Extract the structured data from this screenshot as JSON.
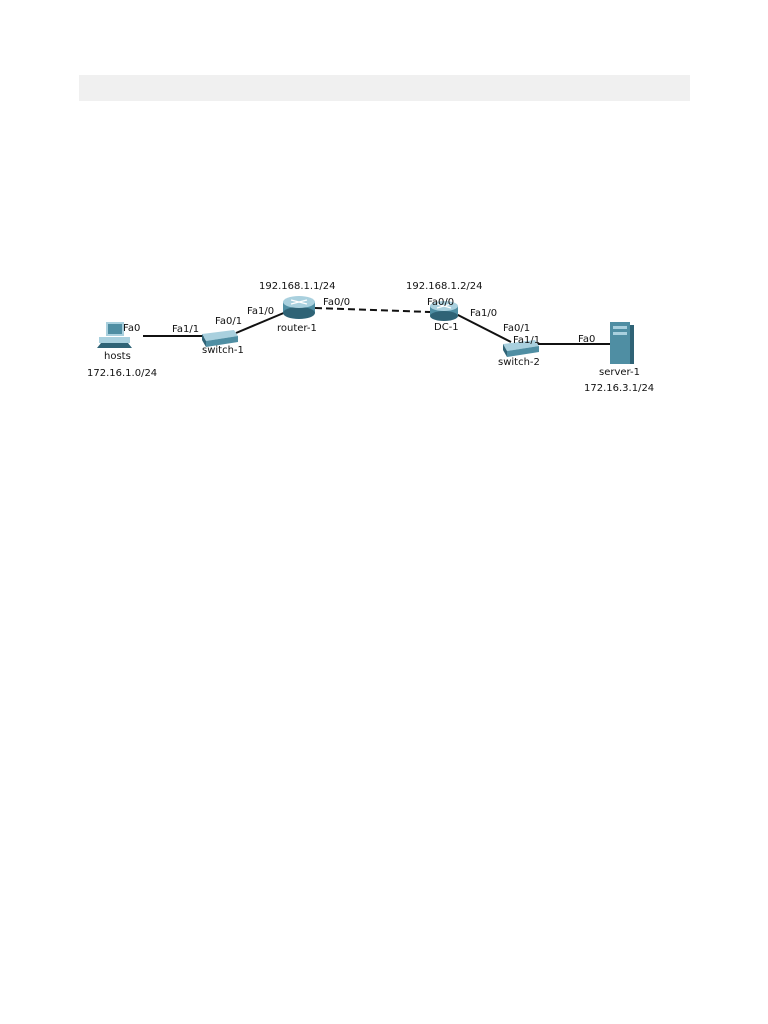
{
  "header": {
    "text": ""
  },
  "diagram": {
    "colors": {
      "link": "#111111",
      "device_body": "#4f8ea3",
      "device_light": "#a9d0de",
      "device_dark": "#2f6376"
    },
    "nodes": [
      {
        "id": "hosts",
        "label": "hosts",
        "type": "pc-icon",
        "subnet": "172.16.1.0/24"
      },
      {
        "id": "switch-1",
        "label": "switch-1",
        "type": "switch-icon"
      },
      {
        "id": "router-1",
        "label": "router-1",
        "type": "router-icon",
        "ip": "192.168.1.1/24"
      },
      {
        "id": "dc-1",
        "label": "DC-1",
        "type": "router-icon",
        "ip": "192.168.1.2/24"
      },
      {
        "id": "switch-2",
        "label": "switch-2",
        "type": "switch-icon"
      },
      {
        "id": "server-1",
        "label": "server-1",
        "type": "server-icon",
        "subnet": "172.16.3.1/24"
      }
    ],
    "links": [
      {
        "from": "hosts",
        "from_port": "Fa0",
        "to": "switch-1",
        "to_port": "Fa1/1",
        "style": "solid"
      },
      {
        "from": "switch-1",
        "from_port": "Fa0/1",
        "to": "router-1",
        "to_port": "Fa1/0",
        "style": "solid"
      },
      {
        "from": "router-1",
        "from_port": "Fa0/0",
        "to": "dc-1",
        "to_port": "Fa0/0",
        "style": "dashed"
      },
      {
        "from": "dc-1",
        "from_port": "Fa1/0",
        "to": "switch-2",
        "to_port": "Fa0/1",
        "style": "solid"
      },
      {
        "from": "switch-2",
        "from_port": "Fa1/1",
        "to": "server-1",
        "to_port": "Fa0",
        "style": "solid"
      }
    ]
  }
}
